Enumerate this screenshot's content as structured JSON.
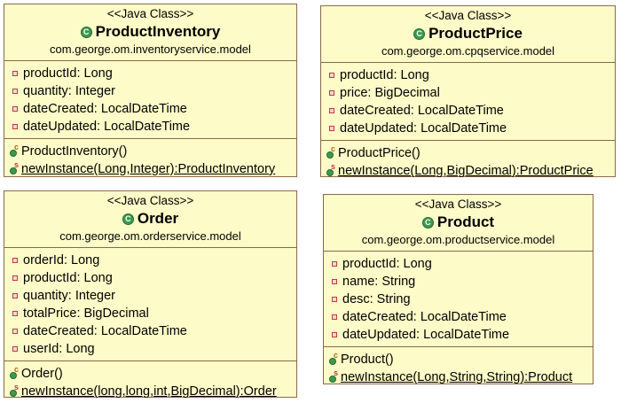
{
  "classes": [
    {
      "stereotype": "<<Java Class>>",
      "name": "ProductInventory",
      "package": "com.george.om.inventoryservice.model",
      "fields": [
        "productId: Long",
        "quantity: Integer",
        "dateCreated: LocalDateTime",
        "dateUpdated: LocalDateTime"
      ],
      "methods": [
        {
          "text": "ProductInventory()",
          "kind": "constructor"
        },
        {
          "text": "newInstance(Long,Integer):ProductInventory",
          "kind": "static"
        }
      ]
    },
    {
      "stereotype": "<<Java Class>>",
      "name": "ProductPrice",
      "package": "com.george.om.cpqservice.model",
      "fields": [
        "productId: Long",
        "price: BigDecimal",
        "dateCreated: LocalDateTime",
        "dateUpdated: LocalDateTime"
      ],
      "methods": [
        {
          "text": "ProductPrice()",
          "kind": "constructor"
        },
        {
          "text": "newInstance(Long,BigDecimal):ProductPrice",
          "kind": "static"
        }
      ]
    },
    {
      "stereotype": "<<Java Class>>",
      "name": "Order",
      "package": "com.george.om.orderservice.model",
      "fields": [
        "orderId: Long",
        "productId: Long",
        "quantity: Integer",
        "totalPrice: BigDecimal",
        "dateCreated: LocalDateTime",
        "userId: Long"
      ],
      "methods": [
        {
          "text": "Order()",
          "kind": "constructor"
        },
        {
          "text": "newInstance(long,long,int,BigDecimal):Order",
          "kind": "static"
        }
      ]
    },
    {
      "stereotype": "<<Java Class>>",
      "name": "Product",
      "package": "com.george.om.productservice.model",
      "fields": [
        "productId: Long",
        "name: String",
        "desc: String",
        "dateCreated: LocalDateTime",
        "dateUpdated: LocalDateTime"
      ],
      "methods": [
        {
          "text": "Product()",
          "kind": "constructor"
        },
        {
          "text": "newInstance(Long,String,String):Product",
          "kind": "static"
        }
      ]
    }
  ],
  "icons": {
    "class": "class-icon",
    "field": "private-field-icon",
    "constructor": "constructor-icon",
    "static": "static-method-icon",
    "class_glyph": "C",
    "constructor_mark": "c",
    "static_mark": "s"
  },
  "colors": {
    "box_fill": "#fdfbc8",
    "box_border": "#8a6a4a",
    "class_icon": "#3c9a4c",
    "field_icon": "#c23a3a"
  }
}
